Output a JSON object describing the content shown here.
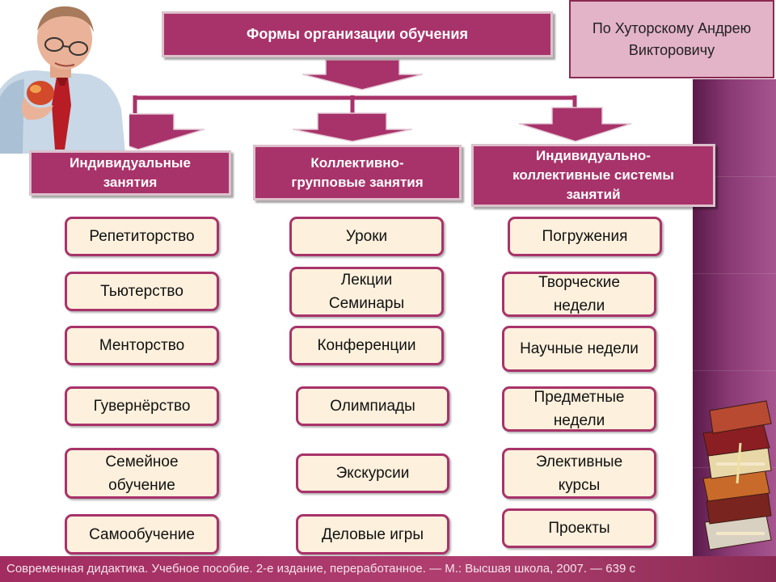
{
  "author": {
    "text": "По Хуторскому Андрею Викторовичу"
  },
  "title": "Формы организации обучения",
  "categories": [
    {
      "label": "Индивидуальные занятия"
    },
    {
      "label": "Коллективно-групповые занятия"
    },
    {
      "label": "Индивидуально-коллективные системы занятий"
    }
  ],
  "columns": {
    "individual": [
      "Репетиторство",
      "Тьютерство",
      "Менторство",
      "Гувернёрство",
      "Семейное обучение",
      "Самообучение"
    ],
    "group": [
      "Уроки",
      "Лекции\nСеминары",
      "Конференции",
      "Олимпиады",
      "Экскурсии",
      "Деловые игры"
    ],
    "systems": [
      "Погружения",
      "Творческие недели",
      "Научные недели",
      "Предметные недели",
      "Элективные курсы",
      "Проекты"
    ]
  },
  "footer": "Современная дидактика. Учебное пособие. 2-е издание, переработанное. — М.: Высшая школа, 2007. — 639 с",
  "colors": {
    "primary": "#a8336a",
    "item_fill": "#fdf0dc",
    "author_fill": "#e3b3c8",
    "band": "#8a3a74"
  },
  "images": {
    "photo": "man-with-apple",
    "books": "stack-of-books"
  }
}
